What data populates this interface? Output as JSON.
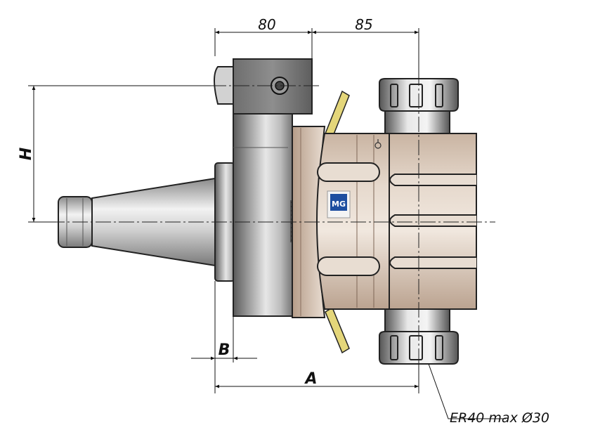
{
  "dimensions": {
    "top_left": "80",
    "top_right": "85",
    "height": "H",
    "bottom_small": "B",
    "bottom_total": "A"
  },
  "collet_callout": "ER40 max Ø30",
  "scale": {
    "upper": "10",
    "zero": "0",
    "lower": "350"
  },
  "colors": {
    "housing": "#d9c8b9",
    "housing_dark": "#b9a08c",
    "steel_dark": "#6c6c6c",
    "steel_light": "#d8d8d8",
    "arrow_yellow": "#e4d67a",
    "logo_blue": "#1d4ea0"
  },
  "logo": {
    "text": "MG"
  }
}
